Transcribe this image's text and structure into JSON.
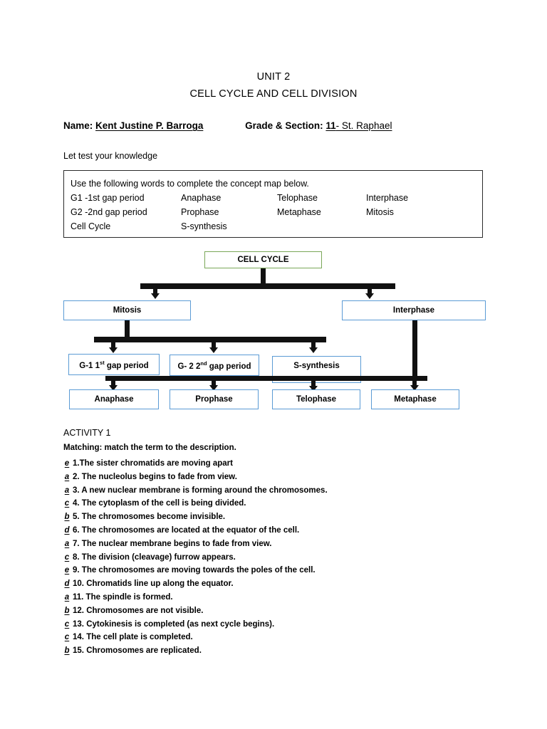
{
  "document": {
    "title_lines": [
      "UNIT 2",
      "CELL CYCLE AND CELL DIVISION"
    ],
    "name_label": "Name:",
    "name_value": "Kent Justine P. Barroga",
    "grade_label": "Grade & Section:",
    "grade_value_bold": "11",
    "grade_value_rest": "- St. Raphael",
    "subhead": "Let test your knowledge"
  },
  "wordbank": {
    "instruction": "Use the following words to complete the concept map below.",
    "rows": [
      [
        "G1 -1st gap period",
        "Anaphase",
        "Telophase",
        "Interphase"
      ],
      [
        "G2 -2nd gap period",
        "Prophase",
        "Metaphase",
        "Mitosis"
      ],
      [
        "Cell Cycle",
        "S-synthesis",
        "",
        ""
      ]
    ]
  },
  "concept_map": {
    "root": "CELL CYCLE",
    "level2": [
      "Mitosis",
      "Interphase"
    ],
    "level3_g1_prefix": "G-1 1",
    "level3_g1_sup": "st",
    "level3_g1_suffix": " gap period",
    "level3_g2_prefix": "G- 2 2",
    "level3_g2_sup": "nd",
    "level3_g2_suffix": " gap period",
    "level3_s": "S-synthesis",
    "level4": [
      "Anaphase",
      "Prophase",
      "Telophase",
      "Metaphase"
    ],
    "colors": {
      "root_border": "#7AA758",
      "node_border": "#5B9BD5",
      "connector": "#111111"
    }
  },
  "activity": {
    "heading": "ACTIVITY 1",
    "instruction": "Matching: match the term to the description.",
    "items": [
      {
        "answer": "e",
        "number": "1.",
        "text": "The sister chromatids are moving apart",
        "tight": true
      },
      {
        "answer": "a",
        "number": "2.",
        "text": "The nucleolus begins to fade from view."
      },
      {
        "answer": "a",
        "number": "3.",
        "text": "A new nuclear membrane is forming around the chromosomes."
      },
      {
        "answer": "c",
        "number": "4.",
        "text": "The cytoplasm of the cell is being divided."
      },
      {
        "answer": "b",
        "number": "5.",
        "text": "The chromosomes become invisible."
      },
      {
        "answer": "d",
        "number": "6.",
        "text": "The chromosomes are located at the equator of the cell."
      },
      {
        "answer": "a",
        "number": "7.",
        "text": "The nuclear membrane begins to fade from view."
      },
      {
        "answer": "c",
        "number": "8.",
        "text": "The division (cleavage) furrow appears."
      },
      {
        "answer": "e",
        "number": "9.",
        "text": "The chromosomes are moving towards the poles of the cell."
      },
      {
        "answer": "d",
        "number": "10.",
        "text": "Chromatids line up along the equator."
      },
      {
        "answer": "a",
        "number": "11.",
        "text": "The spindle is formed."
      },
      {
        "answer": "b",
        "number": "12.",
        "text": "Chromosomes are not visible."
      },
      {
        "answer": "c",
        "number": "13.",
        "text": "Cytokinesis is completed (as next cycle begins)."
      },
      {
        "answer": "c",
        "number": "14.",
        "text": "The cell plate is completed."
      },
      {
        "answer": "b",
        "number": "15.",
        "text": "Chromosomes are replicated."
      }
    ]
  }
}
